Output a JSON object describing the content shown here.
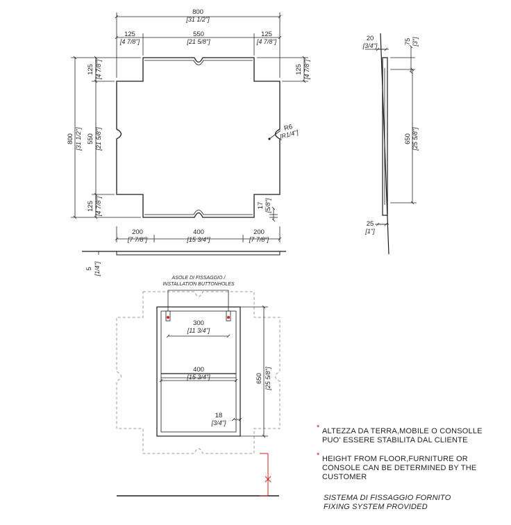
{
  "front_view": {
    "total_width_mm": "800",
    "total_width_in": "[31 1/2\"]",
    "top_left_mm": "125",
    "top_left_in": "[4 7/8\"]",
    "top_mid_mm": "550",
    "top_mid_in": "[21 5/8\"]",
    "top_right_mm": "125",
    "top_right_in": "[4 7/8\"]",
    "total_height_mm": "800",
    "total_height_in": "[31 1/2\"]",
    "left_top_mm": "125",
    "left_top_in": "[4 7/8\"]",
    "left_mid_mm": "550",
    "left_mid_in": "[21 5/8\"]",
    "left_bottom_mm": "125",
    "left_bottom_in": "[4 7/8\"]",
    "right_top_mm": "125",
    "right_top_in": "[4 7/8\"]",
    "radius_mm": "R6",
    "radius_in": "[R1/4\"]",
    "notch_mm": "17",
    "notch_in": "[5/8\"]",
    "bottom_left_mm": "200",
    "bottom_left_in": "[7 7/8\"]",
    "bottom_mid_mm": "400",
    "bottom_mid_in": "[15 3/4\"]",
    "bottom_right_mm": "200",
    "bottom_right_in": "[7 7/8\"]",
    "thickness_mm": "5",
    "thickness_in": "[1/4\"]"
  },
  "side_view": {
    "top_depth_mm": "20",
    "top_depth_in": "[3/4\"]",
    "top_offset_mm": "75",
    "top_offset_in": "[3\"]",
    "height_mm": "650",
    "height_in": "[25 5/8\"]",
    "bottom_depth_mm": "25",
    "bottom_depth_in": "[1\"]"
  },
  "back_view": {
    "caption_line1": "ASOLE DI FISSAGGIO /",
    "caption_line2": "INSTALLATION BUTTONHOLES",
    "hole_spacing_mm": "300",
    "hole_spacing_in": "[11 3/4\"]",
    "frame_width_mm": "400",
    "frame_width_in": "[15 3/4\"]",
    "frame_height_mm": "650",
    "frame_height_in": "[25 5/8\"]",
    "frame_bar_mm": "18",
    "frame_bar_in": "[3/4\"]"
  },
  "notes": {
    "it_line1": "ALTEZZA DA TERRA,MOBILE O CONSOLLE",
    "it_line2": "PUO' ESSERE STABILITA DAL CLIENTE",
    "en_line1": "HEIGHT FROM FLOOR,FURNITURE OR",
    "en_line2": "CONSOLE CAN BE DETERMINED BY THE",
    "en_line3": "CUSTOMER",
    "fixing_it": "SISTEMA DI FISSAGGIO FORNITO",
    "fixing_en": "FIXING SYSTEM PROVIDED"
  },
  "colors": {
    "line": "#1a1a1a",
    "accent": "#d21f1f",
    "ghost": "#9a9a9a"
  }
}
